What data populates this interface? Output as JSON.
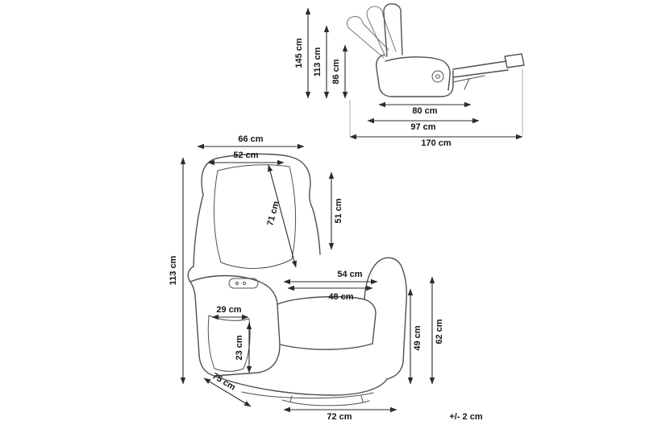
{
  "colors": {
    "background": "#ffffff",
    "diagram_ink": "#4f4f4f",
    "dimension_ink": "#2b2b2b"
  },
  "side_view": {
    "total_height": "145 cm",
    "back_height": "113 cm",
    "arm_height": "86 cm",
    "seat_depth": "80 cm",
    "base_depth": "97 cm",
    "reclined_length": "170 cm"
  },
  "front_view": {
    "overall_width": "66 cm",
    "backrest_width": "52 cm",
    "overall_height": "113 cm",
    "backrest_diagonal": "71 cm",
    "backrest_height": "51 cm",
    "seat_width_with_arms": "54 cm",
    "seat_width": "48 cm",
    "pocket_width": "29 cm",
    "pocket_height": "23 cm",
    "seat_height": "49 cm",
    "armrest_height": "62 cm",
    "depth": "75 cm",
    "base_width": "72 cm"
  },
  "tolerance_note": "+/- 2 cm"
}
